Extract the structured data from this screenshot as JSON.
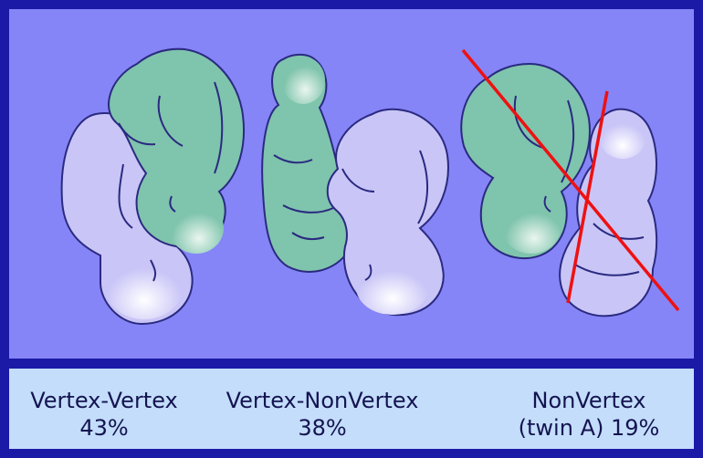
{
  "colors": {
    "border": "#1a1aa6",
    "panel": "#8585f7",
    "caption_bar": "#c3ddfb",
    "fetus_green": "#7fc4ad",
    "fetus_lavender": "#c9c5f7",
    "outline": "#2a2a80",
    "cross_out": "#ee1111"
  },
  "captions": [
    {
      "name": "Vertex-Vertex",
      "percent": "43%"
    },
    {
      "name": "Vertex-NonVertex",
      "percent": "38%"
    },
    {
      "name": "NonVertex",
      "percent": "(twin A) 19%"
    }
  ],
  "crossed_out_panel": "NonVertex"
}
